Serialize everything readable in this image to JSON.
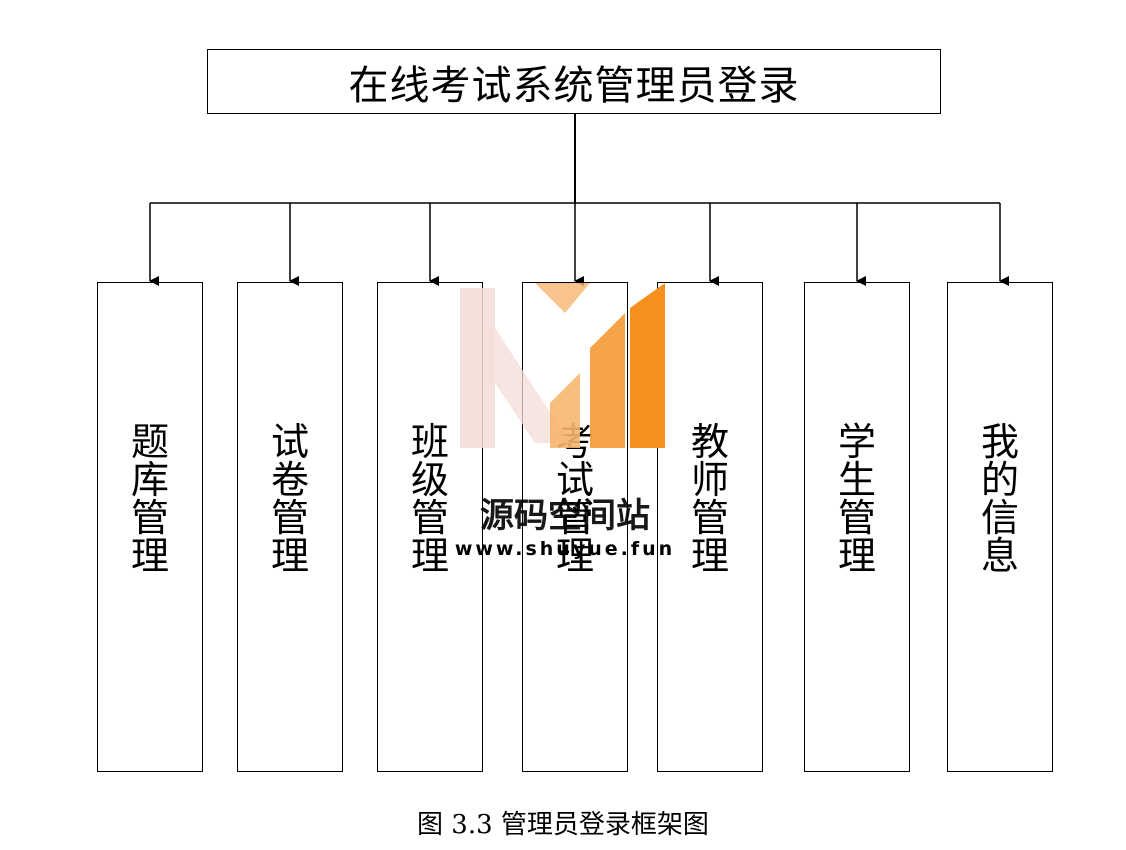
{
  "diagram": {
    "title": "在线考试系统管理员登录",
    "modules": [
      {
        "label": "题库管理"
      },
      {
        "label": "试卷管理"
      },
      {
        "label": "班级管理"
      },
      {
        "label": "考试管理"
      },
      {
        "label": "教师管理"
      },
      {
        "label": "学生管理"
      },
      {
        "label": "我的信息"
      }
    ],
    "caption": "图 3.3 管理员登录框架图"
  },
  "watermark": {
    "text": "源码空间站",
    "url": "www.shuyue.fun",
    "colors": {
      "light": "#f3dcd6",
      "mid": "#f7b56e",
      "strong": "#f5901e"
    }
  }
}
